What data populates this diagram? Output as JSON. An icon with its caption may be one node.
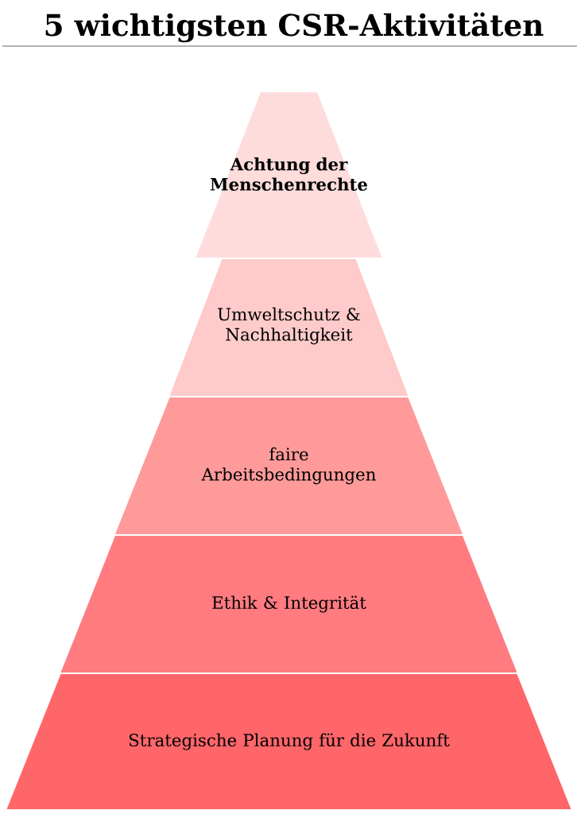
{
  "diagram": {
    "title": "5 wichtigsten CSR-Aktivitäten",
    "nodes": [
      {
        "text": [
          "Achtung der Menschenrechte"
        ]
      },
      {
        "text": [
          "Umweltschutz & Nachhaltigkeit"
        ]
      },
      {
        "text": [
          "faire Arbeitsbedingungen"
        ]
      },
      {
        "text": [
          "Ethik & Integrität"
        ]
      },
      {
        "text": [
          "Strategische Planung für die Zukunft"
        ]
      }
    ]
  }
}
